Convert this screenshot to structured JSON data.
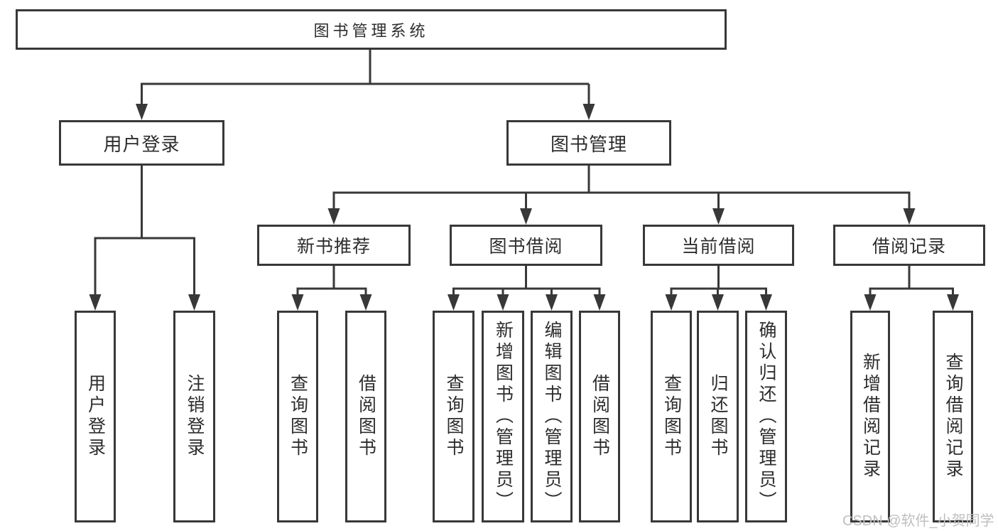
{
  "diagram": {
    "root": "图书管理系统",
    "level2": [
      "用户登录",
      "图书管理"
    ],
    "level3": [
      "新书推荐",
      "图书借阅",
      "当前借阅",
      "借阅记录"
    ],
    "login_children": [
      "用户登录",
      "注销登录"
    ],
    "newbook_children": [
      "查询图书",
      "借阅图书"
    ],
    "borrow_children": [
      "查询图书",
      "新增图书（管理员）",
      "编辑图书（管理员）",
      "借阅图书"
    ],
    "current_children": [
      "查询图书",
      "归还图书",
      "确认归还（管理员）"
    ],
    "records_children": [
      "新增借阅记录",
      "查询借阅记录"
    ]
  },
  "watermark": "CSDN @软件_小贺同学",
  "colors": {
    "line": "#383838",
    "text": "#2d2d2d",
    "watermark": "#bfbfbf",
    "background": "#ffffff"
  }
}
